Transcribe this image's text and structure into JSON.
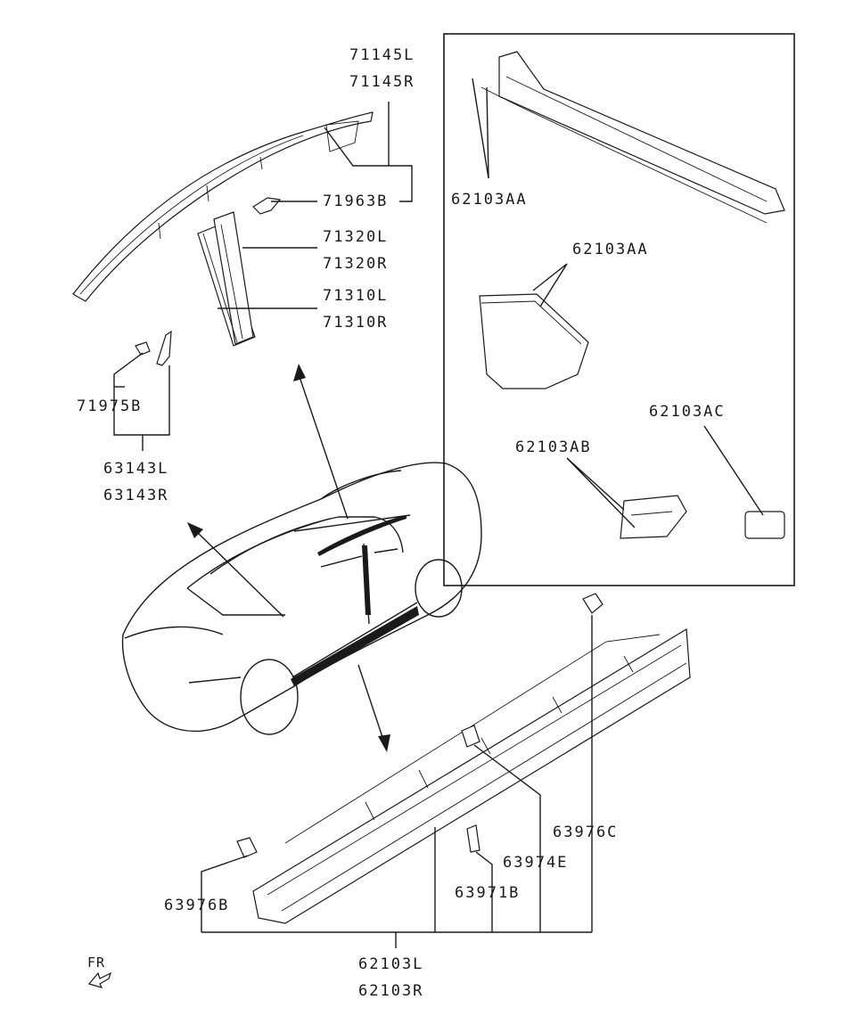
{
  "parts": {
    "p71145L": "71145L",
    "p71145R": "71145R",
    "p71963B": "71963B",
    "p71320L": "71320L",
    "p71320R": "71320R",
    "p71310L": "71310L",
    "p71310R": "71310R",
    "p71975B": "71975B",
    "p63143L": "63143L",
    "p63143R": "63143R",
    "p62103AA_a": "62103AA",
    "p62103AA_b": "62103AA",
    "p62103AC": "62103AC",
    "p62103AB": "62103AB",
    "p63976C": "63976C",
    "p63974E": "63974E",
    "p63971B": "63971B",
    "p63976B": "63976B",
    "p62103L": "62103L",
    "p62103R": "62103R"
  },
  "fr_label": "FR"
}
